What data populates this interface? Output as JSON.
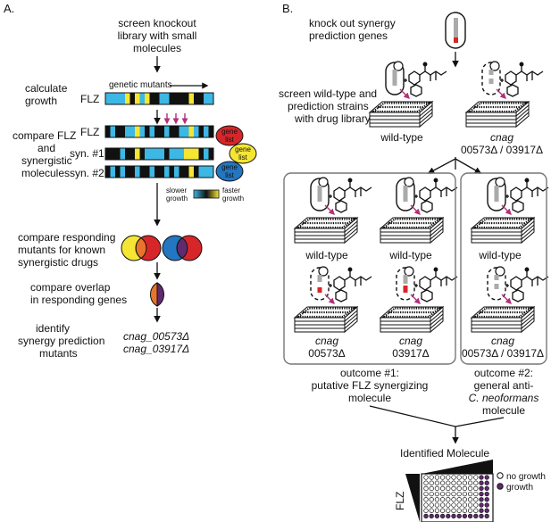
{
  "panel_a": {
    "label": "A.",
    "steps": [
      [
        "screen knockout",
        "library with small",
        "molecules"
      ],
      [
        "calculate",
        "growth"
      ],
      [
        "compare FLZ",
        "and",
        "synergistic",
        "molecules"
      ],
      [
        "compare responding",
        "mutants for known",
        "synergistic drugs"
      ],
      [
        "compare overlap",
        "in responding genes"
      ],
      [
        "identify",
        "synergy prediction",
        "mutants"
      ]
    ],
    "genetic_mutants": "genetic mutants",
    "rows": [
      "FLZ",
      "FLZ",
      "syn. #1",
      "syn. #2"
    ],
    "gene_list": [
      "gene",
      "list"
    ],
    "scale_left": [
      "slower",
      "growth"
    ],
    "scale_right": [
      "faster",
      "growth"
    ],
    "mutants": [
      "cnag_00573Δ",
      "cnag_03917Δ"
    ]
  },
  "panel_b": {
    "label": "B.",
    "knock_out": [
      "knock out synergy",
      "prediction genes"
    ],
    "screen": [
      "screen wild-type and",
      "prediction strains",
      "with drug library"
    ],
    "wild_type": "wild-type",
    "double": [
      "cnag",
      "00573Δ / 03917Δ"
    ],
    "single1": [
      "cnag",
      "00573Δ"
    ],
    "single2": [
      "cnag",
      "03917Δ"
    ],
    "outcome1": [
      "outcome #1:",
      "putative FLZ synergizing",
      "molecule"
    ],
    "outcome2": [
      "outcome #2:",
      "general anti-",
      "C. neoformans",
      "molecule"
    ],
    "identified": "Identified Molecule",
    "legend": [
      "no growth",
      "growth"
    ],
    "flz": "FLZ",
    "colors": {
      "cyan": "#3db7e4",
      "yellow": "#f5e633",
      "red": "#d7262a",
      "blue": "#2376c0",
      "purple": "#612a6f",
      "magenta": "#b1307a",
      "orange": "#e8752b"
    }
  }
}
